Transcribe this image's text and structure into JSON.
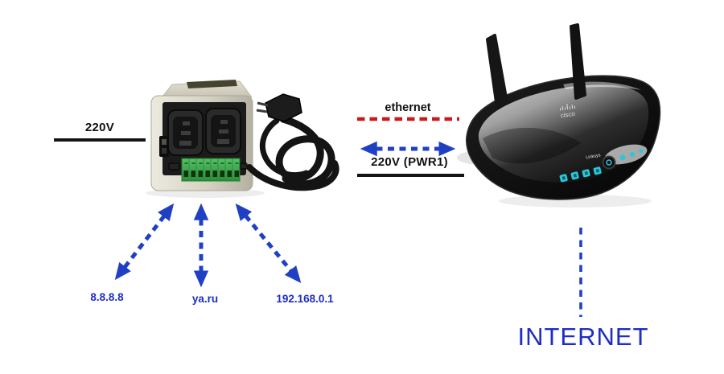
{
  "colors": {
    "background": "#ffffff",
    "arrow_blue": "#2040c4",
    "label_blue": "#1d2ec1",
    "ethernet_red": "#cc1818",
    "wire_black": "#141414",
    "label_black": "#111111",
    "device_body": "#d8d4c6",
    "device_panel": "#1b1b1b",
    "terminal_green": "#3da44c",
    "router_black": "#0d0d0d",
    "led_teal": "#2cc6da"
  },
  "labels": {
    "mains_input": "220V",
    "ethernet_link": "ethernet",
    "power_output": "220V (PWR1)",
    "target_dns": "8.8.8.8",
    "target_site": "ya.ru",
    "target_gateway": "192.168.0.1",
    "internet": "INTERNET"
  },
  "router": {
    "brand_top": "cisco",
    "brand_front": "Linksys"
  }
}
